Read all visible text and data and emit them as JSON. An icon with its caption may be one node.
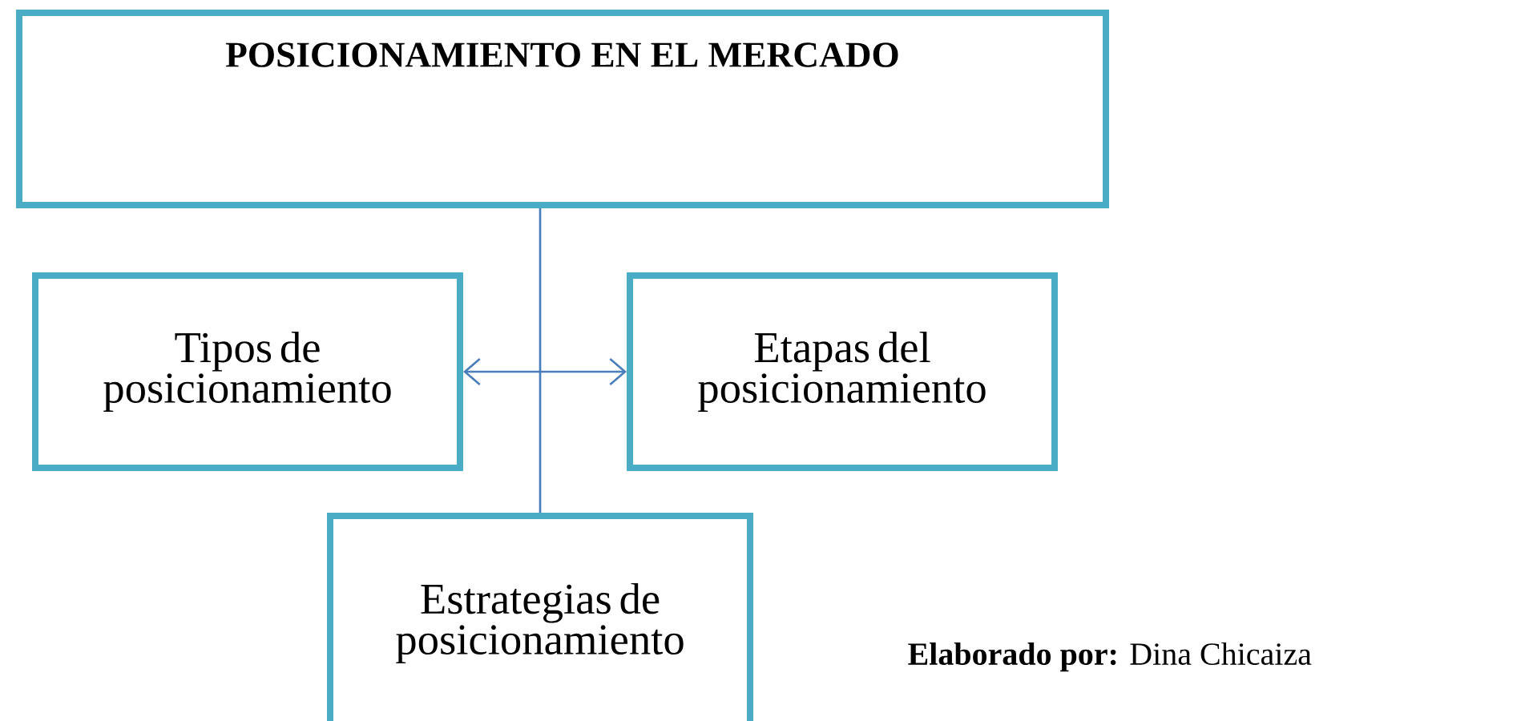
{
  "diagram": {
    "nodes": [
      {
        "text": [
          "POSICIONAMIENTO EN EL MERCADO"
        ]
      },
      {
        "text": [
          "Tipos de posicionamiento"
        ]
      },
      {
        "text": [
          "Etapas del posicionamiento"
        ]
      },
      {
        "text": [
          "Estrategias de posicionamiento"
        ]
      }
    ],
    "edges": [
      {
        "from": 0,
        "to": 3,
        "arrow": "none"
      },
      {
        "from": 1,
        "to": 2,
        "arrow": "both"
      }
    ],
    "labels": [
      "**Elaborado por:** Dina Chicaiza"
    ]
  }
}
